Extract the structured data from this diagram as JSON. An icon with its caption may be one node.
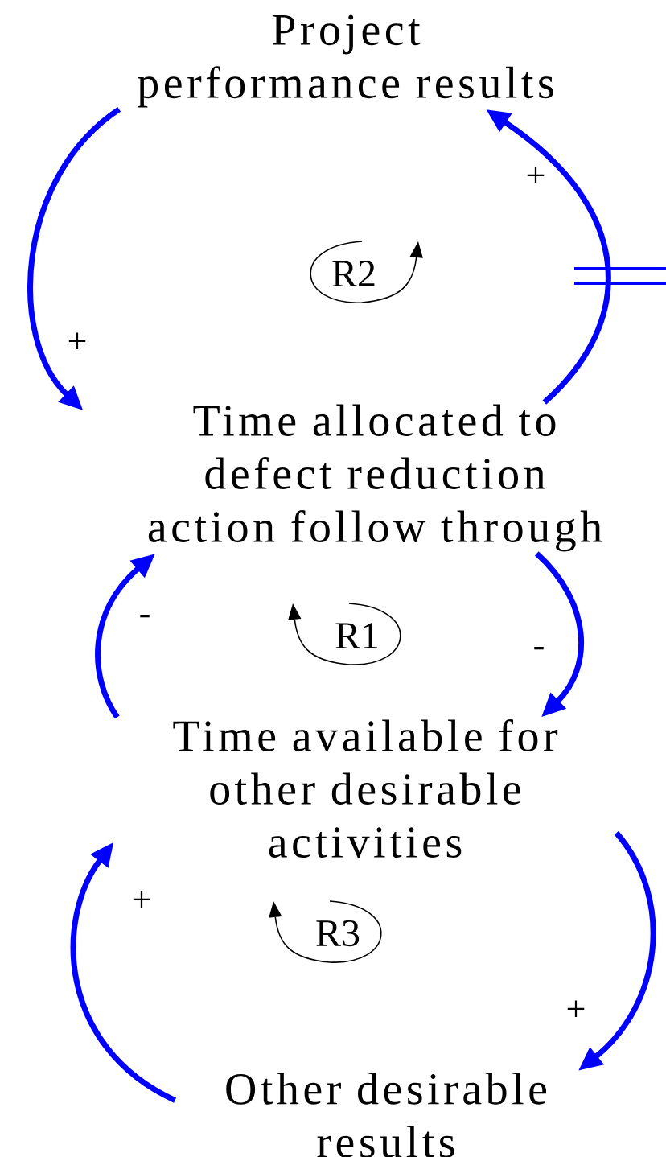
{
  "diagram": {
    "nodes": [
      {
        "text": [
          "Project performance results"
        ]
      },
      {
        "text": [
          "Time allocated to defect reduction action follow through"
        ]
      },
      {
        "text": [
          "Time available for other desirable activities"
        ]
      },
      {
        "text": [
          "Other desirable results"
        ]
      }
    ],
    "edges": [
      {
        "from": 0,
        "to": 1,
        "arrow": "to",
        "label": "+"
      },
      {
        "from": 1,
        "to": 0,
        "arrow": "to",
        "label": "+"
      },
      {
        "from": 1,
        "to": 2,
        "arrow": "to",
        "label": "-"
      },
      {
        "from": 2,
        "to": 1,
        "arrow": "to",
        "label": "-"
      },
      {
        "from": 2,
        "to": 3,
        "arrow": "to",
        "label": "+"
      },
      {
        "from": 3,
        "to": 2,
        "arrow": "to",
        "label": "+"
      }
    ],
    "labels": [
      "R2",
      "R1",
      "R3"
    ]
  }
}
